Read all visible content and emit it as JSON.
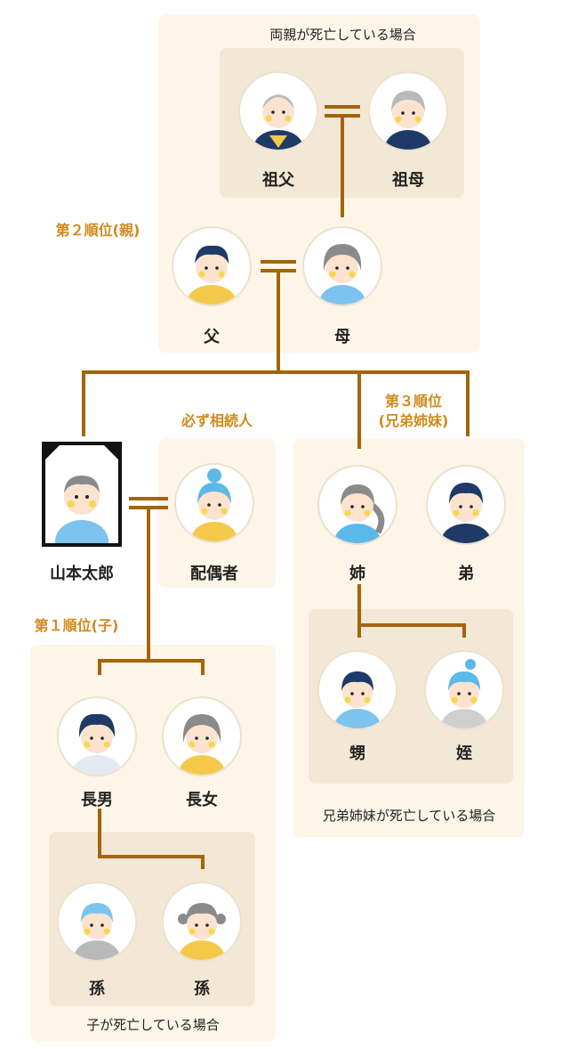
{
  "groups": {
    "parents_dead_caption": "両親が死亡している場合",
    "siblings_dead_caption": "兄弟姉妹が死亡している場合",
    "children_dead_caption": "子が死亡している場合"
  },
  "ranks": {
    "second": "第２順位(親)",
    "third_line1": "第３順位",
    "third_line2": "(兄弟姉妹)",
    "first": "第１順位(子)",
    "always": "必ず相続人"
  },
  "people": {
    "grandfather": "祖父",
    "grandmother": "祖母",
    "father": "父",
    "mother": "母",
    "decedent": "山本太郎",
    "spouse": "配偶者",
    "older_sister": "姉",
    "younger_brother": "弟",
    "nephew": "甥",
    "niece": "姪",
    "eldest_son": "長男",
    "eldest_daughter": "長女",
    "grandchild_1": "孫",
    "grandchild_2": "孫"
  },
  "colors": {
    "line": "#a36508",
    "rank_text": "#d08a1c",
    "panel": "#fdf6e8",
    "inner_panel": "#f3e8d6"
  }
}
